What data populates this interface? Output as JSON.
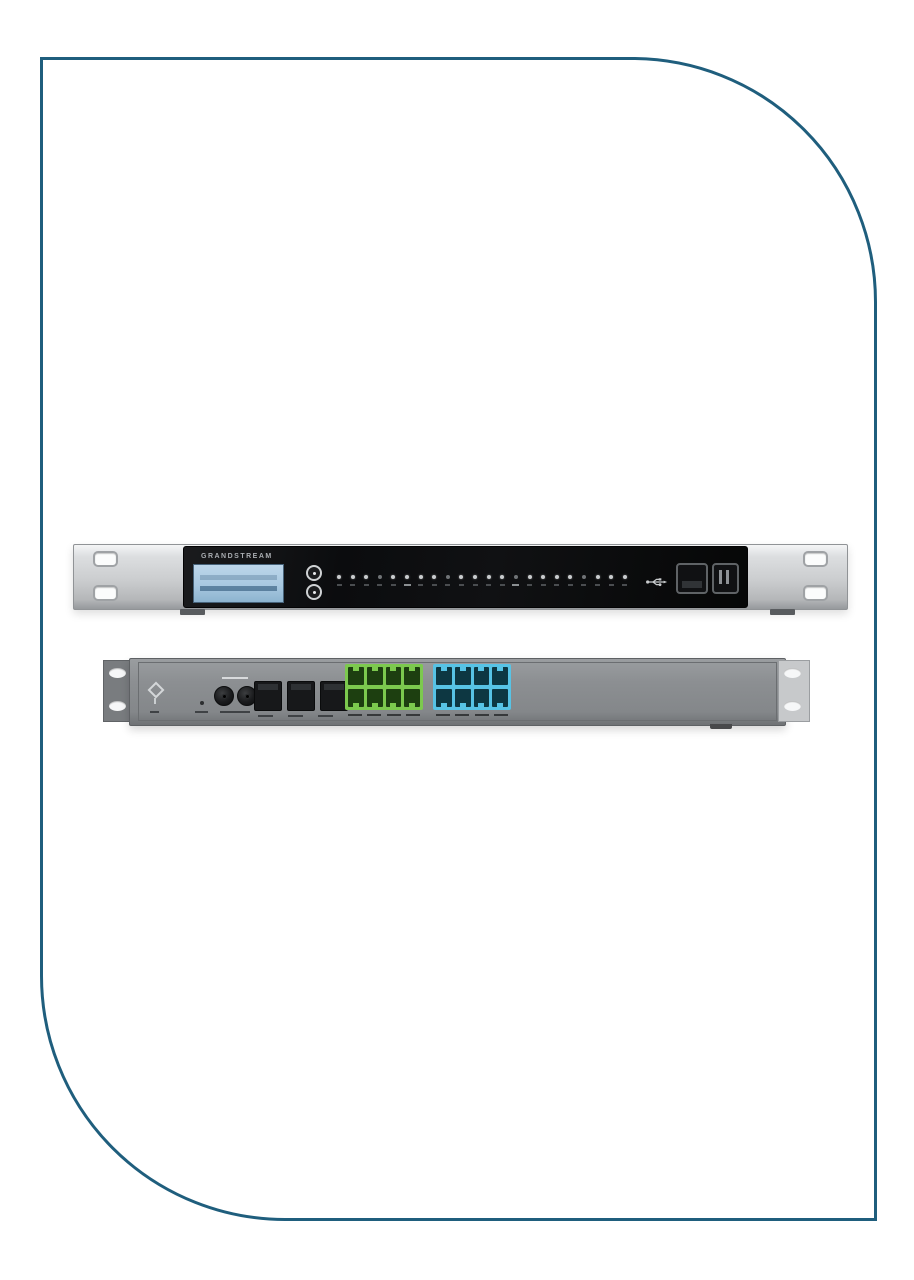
{
  "page": {
    "background": "#ffffff",
    "border_color": "#1f5e7d"
  },
  "front_view": {
    "brand": "GRANDSTREAM",
    "mounting_holes_per_ear": 2,
    "button_count": 2,
    "led_count": 22,
    "usb_slot_count": 2,
    "colors": {
      "chassis": "#cbcdcf",
      "faceplate": "#0d0e10",
      "lcd_screen": "#a8c8e0"
    }
  },
  "rear_view": {
    "mounting_holes_per_ear": 2,
    "power_jack_count": 2,
    "ethernet_port_count": 3,
    "fxs_port_count": 8,
    "fxo_port_count": 8,
    "colors": {
      "chassis": "#8c8f92",
      "fxs_port": "#7cc94e",
      "fxo_port": "#57c3e5",
      "ethernet_port": "#17181a"
    }
  }
}
